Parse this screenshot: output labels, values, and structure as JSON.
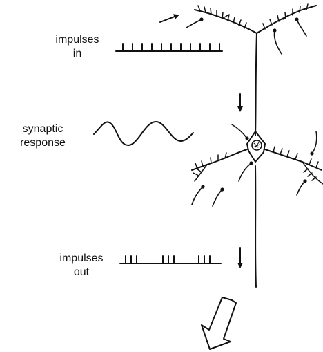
{
  "labels": {
    "impulses_in_1": "impulses",
    "impulses_in_2": "in",
    "synaptic_1": "synaptic",
    "synaptic_2": "response",
    "impulses_out_1": "impulses",
    "impulses_out_2": "out"
  }
}
